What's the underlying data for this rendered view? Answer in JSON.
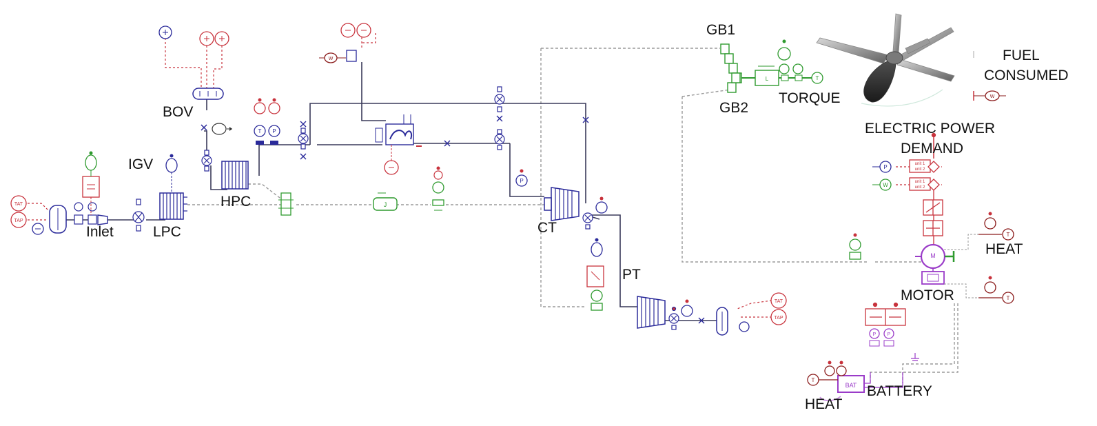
{
  "labels": {
    "gb1": "GB1",
    "gb2": "GB2",
    "torque": "TORQUE",
    "fuel_line1": "FUEL",
    "fuel_line2": "CONSUMED",
    "electric_line1": "ELECTRIC POWER",
    "electric_line2": "DEMAND",
    "bov": "BOV",
    "igv": "IGV",
    "hpc": "HPC",
    "inlet": "Inlet",
    "lpc": "LPC",
    "ct": "CT",
    "pt": "PT",
    "heat_motor": "HEAT",
    "motor": "MOTOR",
    "heat_battery": "HEAT",
    "battery": "BATTERY"
  },
  "sensor_tags": {
    "tat": "TAT",
    "tap": "TAP",
    "tat_out": "TAT",
    "tap_out": "TAP",
    "bat": "BAT",
    "unit1a": "unit 1",
    "unit2a": "unit 2",
    "unit1b": "unit 1",
    "unit2b": "unit 2"
  },
  "colors": {
    "gas_path": "#2a2a9a",
    "thermal": "#c8323c",
    "mechanical": "#2e9a2e",
    "electric": "#9a3bc8",
    "signal_line": "#9a9a9a",
    "propeller": "#4a4a4a"
  }
}
